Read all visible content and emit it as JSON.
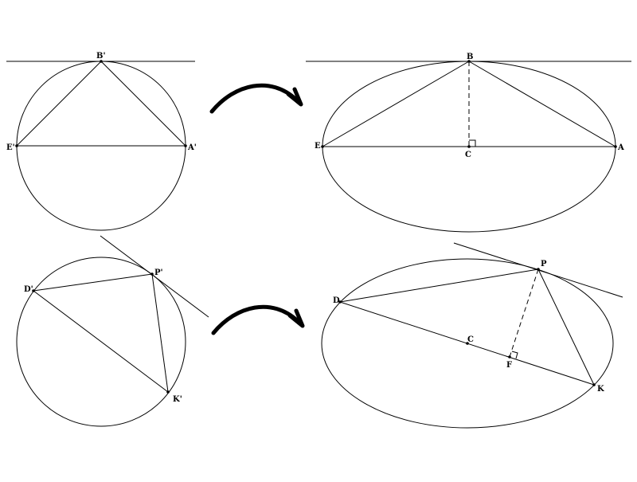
{
  "diagram": {
    "panel_top_left": {
      "labels": {
        "b": "B'",
        "e": "E'",
        "a": "A'"
      }
    },
    "panel_top_right": {
      "labels": {
        "b": "B",
        "e": "E",
        "a": "A",
        "c": "C"
      }
    },
    "panel_bottom_left": {
      "labels": {
        "d": "D'",
        "p": "P'",
        "k": "K'"
      }
    },
    "panel_bottom_right": {
      "labels": {
        "d": "D",
        "p": "P",
        "c": "C",
        "f": "F",
        "k": "K"
      }
    },
    "arrows": [
      "curved-arrow-right",
      "curved-arrow-right"
    ]
  }
}
